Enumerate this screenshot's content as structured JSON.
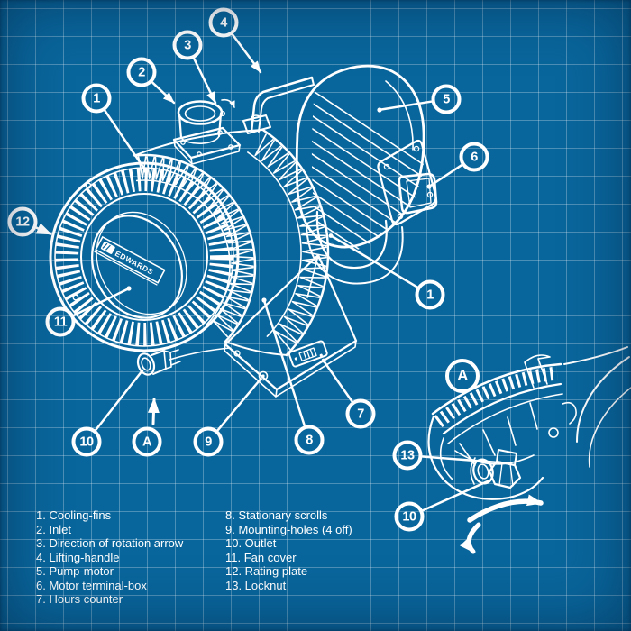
{
  "colors": {
    "background": "#09669C",
    "grid": "#4D87B3",
    "ink": "#FFFFFF"
  },
  "brand": {
    "name": "EDWARDS"
  },
  "callout_labels": {
    "c1": "1",
    "c2": "2",
    "c3": "3",
    "c4": "4",
    "c5": "5",
    "c6": "6",
    "c7": "7",
    "c8": "8",
    "c9": "9",
    "c10": "10",
    "c11": "11",
    "c12": "12",
    "cA": "A",
    "c1b": "1",
    "cAd": "A",
    "c13": "13",
    "c10d": "10"
  },
  "legend": {
    "column1": [
      "1. Cooling-fins",
      "2. Inlet",
      "3. Direction of rotation arrow",
      "4. Lifting-handle",
      "5. Pump-motor",
      "6. Motor terminal-box",
      "7. Hours counter"
    ],
    "column2": [
      "8. Stationary scrolls",
      "9. Mounting-holes (4 off)",
      "10. Outlet",
      "11. Fan cover",
      "12. Rating plate",
      "13. Locknut"
    ]
  }
}
